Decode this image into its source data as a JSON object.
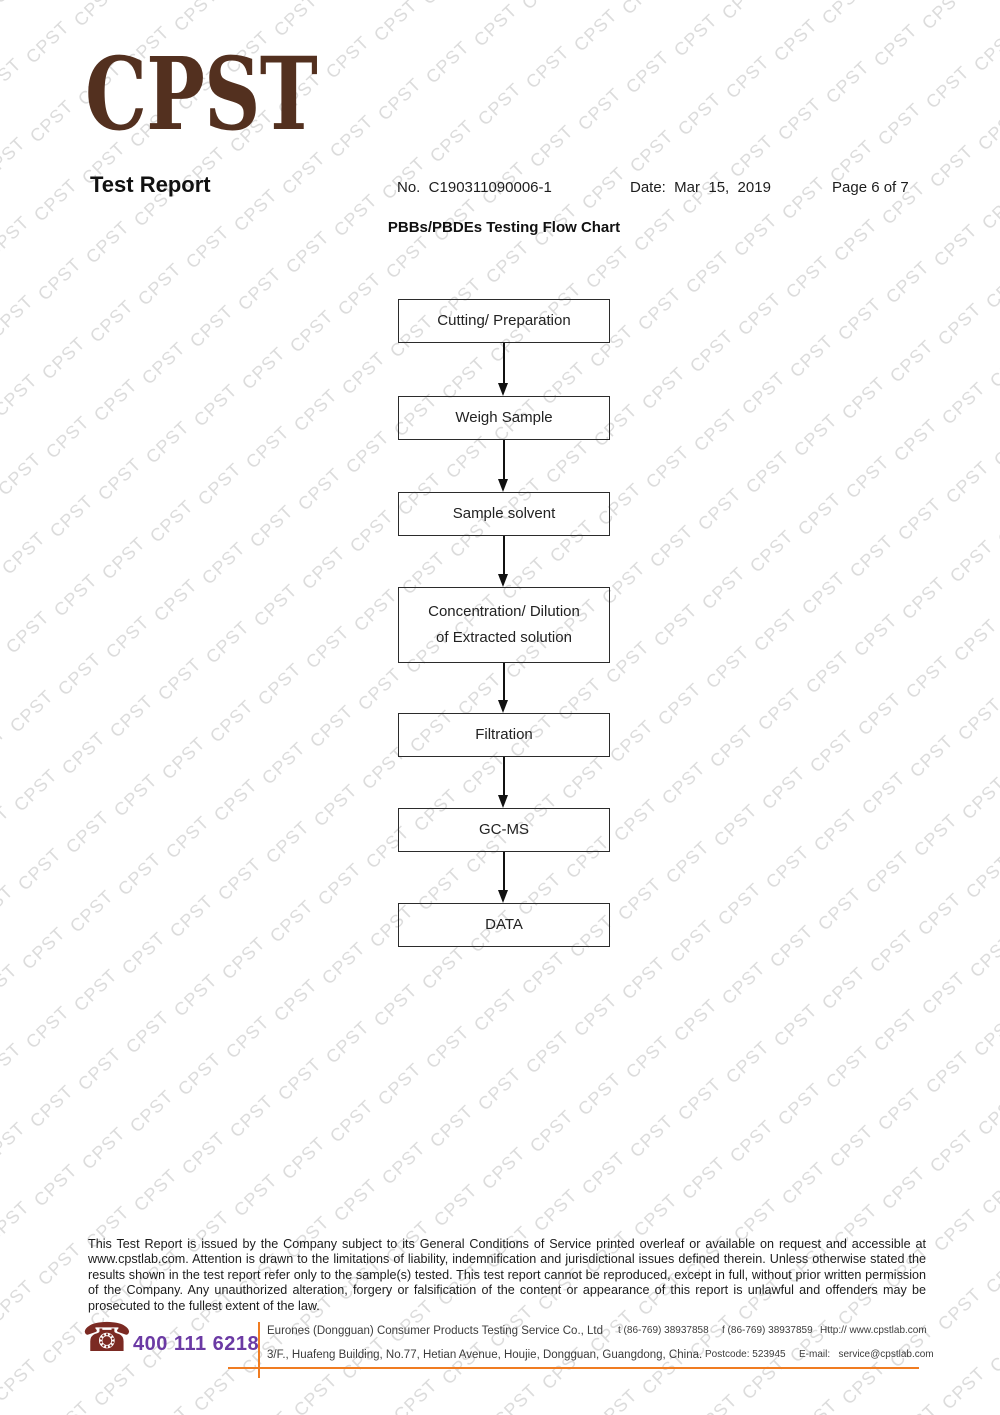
{
  "watermark": {
    "text": "CPST"
  },
  "logo": {
    "text": "CPST"
  },
  "header": {
    "title": "Test Report",
    "no": "No.  C190311090006-1",
    "date": "Date:  Mar  15,  2019",
    "page_info": "Page 6 of 7"
  },
  "flowchart": {
    "title": "PBBs/PBDEs Testing Flow Chart",
    "steps": [
      {
        "label": "Cutting/ Preparation"
      },
      {
        "label": "Weigh Sample"
      },
      {
        "label": "Sample solvent"
      },
      {
        "label": "Concentration/ Dilution\nof Extracted solution"
      },
      {
        "label": "Filtration"
      },
      {
        "label": "GC-MS"
      },
      {
        "label": "DATA"
      }
    ]
  },
  "disclaimer": "This Test Report is issued by the Company subject to its General Conditions of Service printed overleaf or available on request and accessible at www.cpstlab.com. Attention is drawn to the limitations of liability, indemnification and jurisdictional issues defined therein. Unless otherwise stated the results shown in the test report refer only to the sample(s) tested. This test report cannot be reproduced, except in full, without prior written permission of the Company. Any unauthorized alteration, forgery or falsification of the content or appearance of this report is unlawful and offenders may be prosecuted to the fullest extent of the law.",
  "footer": {
    "phone_icon": "phone-icon",
    "hotline": "400 111 6218",
    "company": "Eurones (Dongguan) Consumer Products Testing Service Co., Ltd",
    "tel": "t (86-769) 38937858",
    "fax": "f (86-769) 38937859",
    "website": "Http:// www.cpstlab.com",
    "address": "3/F., Huafeng Building, No.77, Hetian Avenue, Houjie, Dongguan, Guangdong, China.",
    "postcode": "Postcode: 523945",
    "email": "E-mail:   service@cpstlab.com"
  },
  "colors": {
    "logo_brown": "#53301f",
    "accent_orange": "#f07c21",
    "hotline_purple": "#6b3aa4",
    "phone_icon_maroon": "#7b2a23",
    "watermark_gray": "#dcdcdc"
  }
}
